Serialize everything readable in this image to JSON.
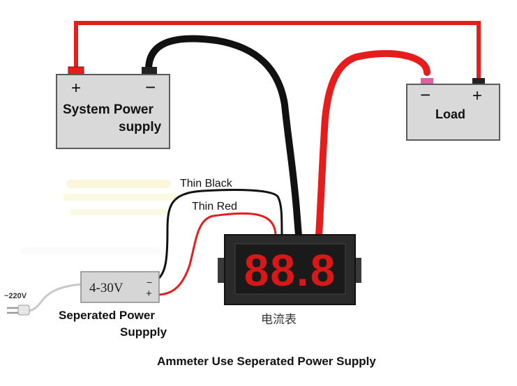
{
  "system_supply": {
    "positive_label": "+",
    "negative_label": "−",
    "name_line1": "System Power",
    "name_line2": "supply"
  },
  "load": {
    "negative_label": "−",
    "positive_label": "+",
    "name": "Load"
  },
  "wires": {
    "thin_black_label": "Thin Black",
    "thin_red_label": "Thin Red"
  },
  "separated_supply": {
    "voltage_label": "4-30V",
    "minus_label": "−",
    "plus_label": "+",
    "mains_label": "~220V",
    "name_line1": "Seperated Power",
    "name_line2": "Suppply"
  },
  "meter": {
    "display_digits": "88.8",
    "caption": "电流表"
  },
  "caption": "Ammeter Use Seperated Power Supply",
  "colors": {
    "wire_red": "#e51d1d",
    "wire_black": "#111111",
    "battery_fill": "#d9d9d9",
    "battery_stroke": "#5a5a5a",
    "segment_red": "#d81818",
    "meter_body": "#2a2a2a"
  }
}
